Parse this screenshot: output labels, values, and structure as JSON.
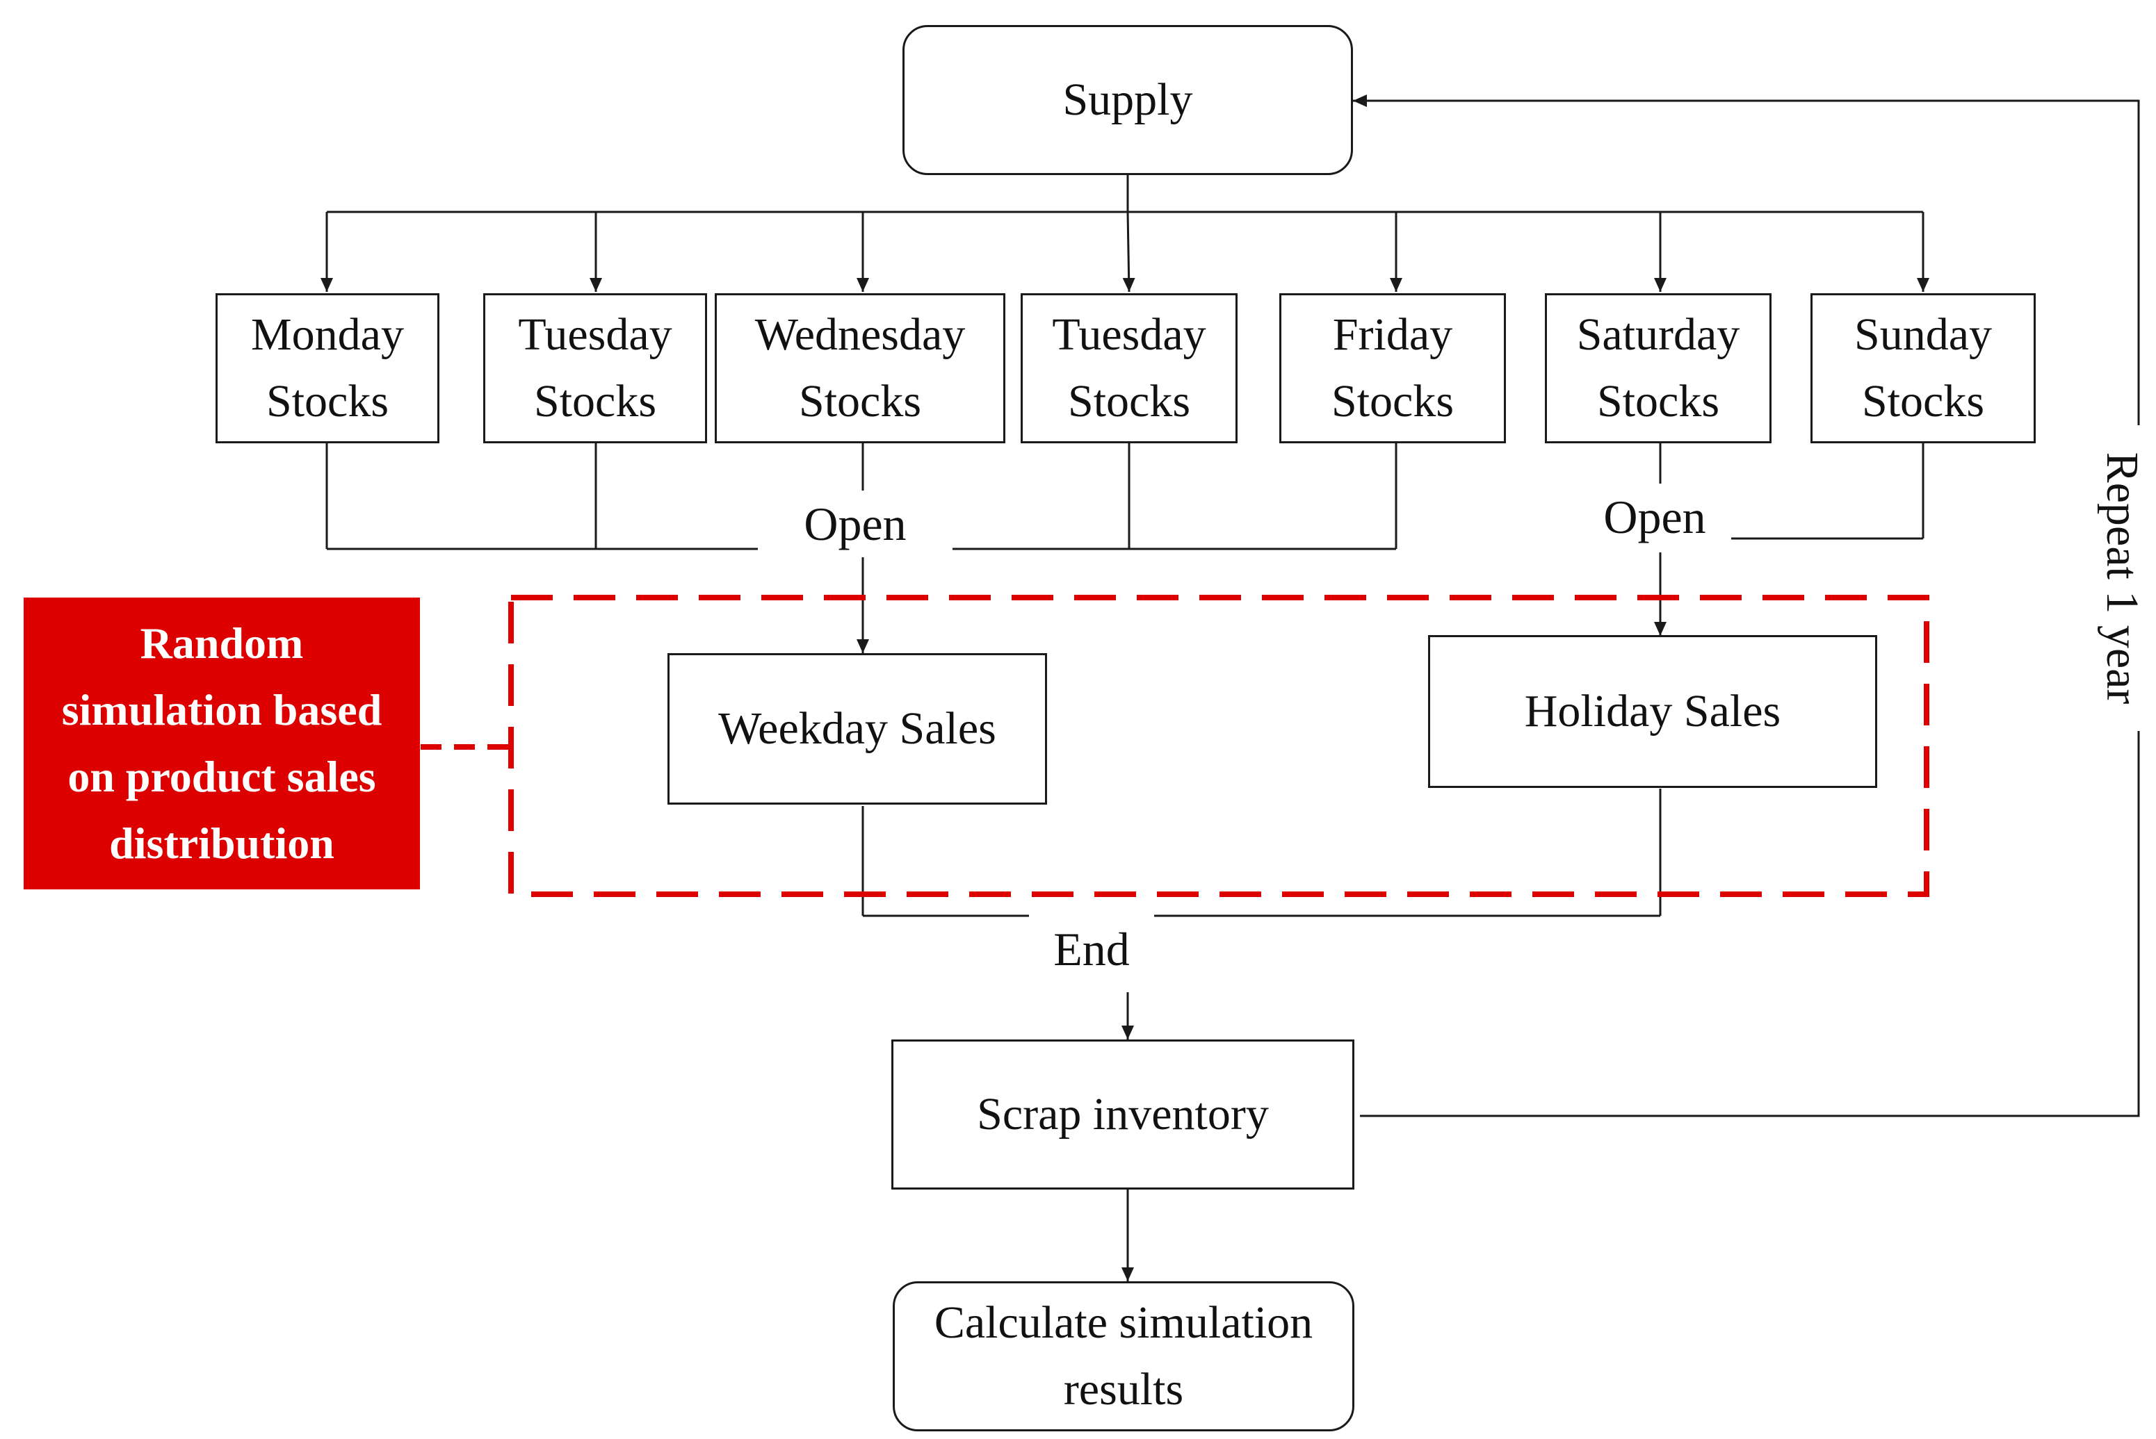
{
  "nodes": {
    "supply": "Supply",
    "stocks": [
      {
        "line1": "Monday",
        "line2": "Stocks"
      },
      {
        "line1": "Tuesday",
        "line2": "Stocks"
      },
      {
        "line1": "Wednesday",
        "line2": "Stocks"
      },
      {
        "line1": "Tuesday",
        "line2": "Stocks"
      },
      {
        "line1": "Friday",
        "line2": "Stocks"
      },
      {
        "line1": "Saturday",
        "line2": "Stocks"
      },
      {
        "line1": "Sunday",
        "line2": "Stocks"
      }
    ],
    "weekday_sales": "Weekday Sales",
    "holiday_sales": "Holiday Sales",
    "scrap_inventory": "Scrap inventory",
    "results_line1": "Calculate simulation",
    "results_line2": "results"
  },
  "labels": {
    "open_weekday": "Open",
    "open_weekend": "Open",
    "end": "End",
    "repeat": "Repeat 1 year"
  },
  "callout": {
    "lines": [
      "Random",
      "simulation based",
      "on product sales",
      "distribution"
    ]
  },
  "colors": {
    "accent_red": "#dc0000",
    "line": "#1a1a1a"
  }
}
